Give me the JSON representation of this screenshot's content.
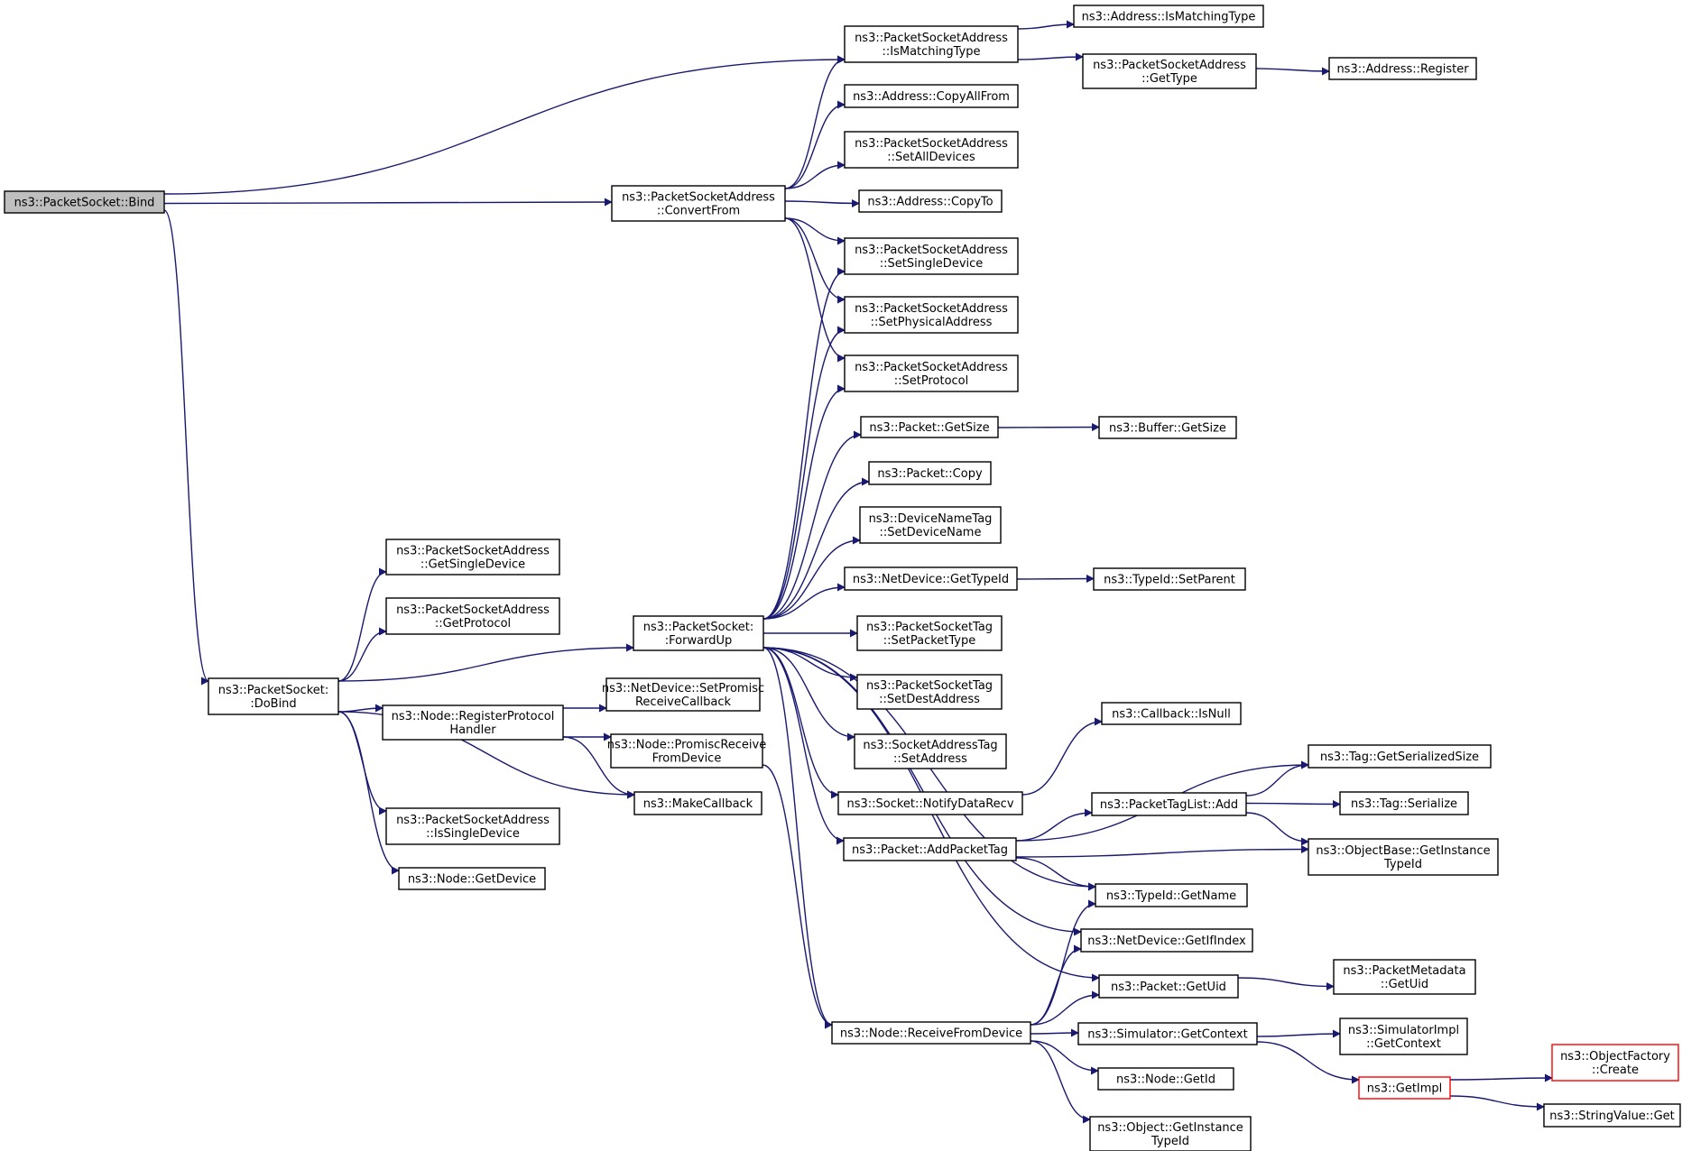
{
  "diagram": {
    "colors": {
      "edge": "#191970",
      "root_fill": "#bfbfbf",
      "truncated_border": "#ff0000",
      "node_border": "#000000"
    },
    "nodes": [
      {
        "id": "bind",
        "lines": [
          "ns3::PacketSocket::Bind"
        ],
        "root": true
      },
      {
        "id": "pssa_ismatch",
        "lines": [
          "ns3::PacketSocketAddress",
          "::IsMatchingType"
        ]
      },
      {
        "id": "addr_ismatch",
        "lines": [
          "ns3::Address::IsMatchingType"
        ]
      },
      {
        "id": "pssa_gettype",
        "lines": [
          "ns3::PacketSocketAddress",
          "::GetType"
        ]
      },
      {
        "id": "addr_register",
        "lines": [
          "ns3::Address::Register"
        ]
      },
      {
        "id": "addr_copyallfrom",
        "lines": [
          "ns3::Address::CopyAllFrom"
        ]
      },
      {
        "id": "pssa_setalldev",
        "lines": [
          "ns3::PacketSocketAddress",
          "::SetAllDevices"
        ]
      },
      {
        "id": "pssa_convertfrom",
        "lines": [
          "ns3::PacketSocketAddress",
          "::ConvertFrom"
        ]
      },
      {
        "id": "addr_copyto",
        "lines": [
          "ns3::Address::CopyTo"
        ]
      },
      {
        "id": "pssa_setsingle",
        "lines": [
          "ns3::PacketSocketAddress",
          "::SetSingleDevice"
        ]
      },
      {
        "id": "pssa_setphys",
        "lines": [
          "ns3::PacketSocketAddress",
          "::SetPhysicalAddress"
        ]
      },
      {
        "id": "pssa_setproto",
        "lines": [
          "ns3::PacketSocketAddress",
          "::SetProtocol"
        ]
      },
      {
        "id": "pkt_getsize",
        "lines": [
          "ns3::Packet::GetSize"
        ]
      },
      {
        "id": "buf_getsize",
        "lines": [
          "ns3::Buffer::GetSize"
        ]
      },
      {
        "id": "pkt_copy",
        "lines": [
          "ns3::Packet::Copy"
        ]
      },
      {
        "id": "dnt_setname",
        "lines": [
          "ns3::DeviceNameTag",
          "::SetDeviceName"
        ]
      },
      {
        "id": "nd_gettypeid",
        "lines": [
          "ns3::NetDevice::GetTypeId"
        ]
      },
      {
        "id": "tid_setparent",
        "lines": [
          "ns3::TypeId::SetParent"
        ]
      },
      {
        "id": "pssa_getsingle",
        "lines": [
          "ns3::PacketSocketAddress",
          "::GetSingleDevice"
        ]
      },
      {
        "id": "pssa_getproto",
        "lines": [
          "ns3::PacketSocketAddress",
          "::GetProtocol"
        ]
      },
      {
        "id": "ps_forwardup",
        "lines": [
          "ns3::PacketSocket:",
          ":ForwardUp"
        ]
      },
      {
        "id": "pst_settype",
        "lines": [
          "ns3::PacketSocketTag",
          "::SetPacketType"
        ]
      },
      {
        "id": "ps_dobind",
        "lines": [
          "ns3::PacketSocket:",
          ":DoBind"
        ]
      },
      {
        "id": "nd_setpromisc",
        "lines": [
          "ns3::NetDevice::SetPromisc",
          "ReceiveCallback"
        ]
      },
      {
        "id": "pst_setdest",
        "lines": [
          "ns3::PacketSocketTag",
          "::SetDestAddress"
        ]
      },
      {
        "id": "node_regproto",
        "lines": [
          "ns3::Node::RegisterProtocol",
          "Handler"
        ]
      },
      {
        "id": "cb_isnull",
        "lines": [
          "ns3::Callback::IsNull"
        ]
      },
      {
        "id": "node_promisc",
        "lines": [
          "ns3::Node::PromiscReceive",
          "FromDevice"
        ]
      },
      {
        "id": "sat_setaddr",
        "lines": [
          "ns3::SocketAddressTag",
          "::SetAddress"
        ]
      },
      {
        "id": "tag_getsersize",
        "lines": [
          "ns3::Tag::GetSerializedSize"
        ]
      },
      {
        "id": "makecallback",
        "lines": [
          "ns3::MakeCallback"
        ]
      },
      {
        "id": "sock_notify",
        "lines": [
          "ns3::Socket::NotifyDataRecv"
        ]
      },
      {
        "id": "ptl_add",
        "lines": [
          "ns3::PacketTagList::Add"
        ]
      },
      {
        "id": "tag_serialize",
        "lines": [
          "ns3::Tag::Serialize"
        ]
      },
      {
        "id": "pssa_issingle",
        "lines": [
          "ns3::PacketSocketAddress",
          "::IsSingleDevice"
        ]
      },
      {
        "id": "pkt_addtag",
        "lines": [
          "ns3::Packet::AddPacketTag"
        ]
      },
      {
        "id": "ob_getinst",
        "lines": [
          "ns3::ObjectBase::GetInstance",
          "TypeId"
        ]
      },
      {
        "id": "node_getdevice",
        "lines": [
          "ns3::Node::GetDevice"
        ]
      },
      {
        "id": "tid_getname",
        "lines": [
          "ns3::TypeId::GetName"
        ]
      },
      {
        "id": "nd_getifindex",
        "lines": [
          "ns3::NetDevice::GetIfIndex"
        ]
      },
      {
        "id": "pkt_getuid",
        "lines": [
          "ns3::Packet::GetUid"
        ]
      },
      {
        "id": "pm_getuid",
        "lines": [
          "ns3::PacketMetadata",
          "::GetUid"
        ]
      },
      {
        "id": "node_recvfrom",
        "lines": [
          "ns3::Node::ReceiveFromDevice"
        ]
      },
      {
        "id": "sim_getctx",
        "lines": [
          "ns3::Simulator::GetContext"
        ]
      },
      {
        "id": "simimpl_getctx",
        "lines": [
          "ns3::SimulatorImpl",
          "::GetContext"
        ]
      },
      {
        "id": "of_create",
        "lines": [
          "ns3::ObjectFactory",
          "::Create"
        ],
        "truncated": true
      },
      {
        "id": "getimpl",
        "lines": [
          "ns3::GetImpl"
        ],
        "truncated": true
      },
      {
        "id": "node_getid",
        "lines": [
          "ns3::Node::GetId"
        ]
      },
      {
        "id": "sv_get",
        "lines": [
          "ns3::StringValue::Get"
        ]
      },
      {
        "id": "obj_getinst",
        "lines": [
          "ns3::Object::GetInstance",
          "TypeId"
        ]
      }
    ],
    "edges": [
      [
        "bind",
        "pssa_ismatch"
      ],
      [
        "bind",
        "pssa_convertfrom"
      ],
      [
        "bind",
        "ps_dobind"
      ],
      [
        "pssa_ismatch",
        "addr_ismatch"
      ],
      [
        "pssa_ismatch",
        "pssa_gettype"
      ],
      [
        "pssa_gettype",
        "addr_register"
      ],
      [
        "pssa_convertfrom",
        "pssa_ismatch"
      ],
      [
        "pssa_convertfrom",
        "addr_copyallfrom"
      ],
      [
        "pssa_convertfrom",
        "pssa_setalldev"
      ],
      [
        "pssa_convertfrom",
        "addr_copyto"
      ],
      [
        "pssa_convertfrom",
        "pssa_setsingle"
      ],
      [
        "pssa_convertfrom",
        "pssa_setphys"
      ],
      [
        "pssa_convertfrom",
        "pssa_setproto"
      ],
      [
        "ps_dobind",
        "pssa_getsingle"
      ],
      [
        "ps_dobind",
        "pssa_getproto"
      ],
      [
        "ps_dobind",
        "ps_forwardup"
      ],
      [
        "ps_dobind",
        "node_regproto"
      ],
      [
        "ps_dobind",
        "makecallback"
      ],
      [
        "ps_dobind",
        "pssa_issingle"
      ],
      [
        "ps_dobind",
        "node_getdevice"
      ],
      [
        "node_regproto",
        "nd_setpromisc"
      ],
      [
        "node_regproto",
        "node_promisc"
      ],
      [
        "node_regproto",
        "makecallback"
      ],
      [
        "node_promisc",
        "node_recvfrom"
      ],
      [
        "ps_forwardup",
        "pssa_setsingle"
      ],
      [
        "ps_forwardup",
        "pssa_setphys"
      ],
      [
        "ps_forwardup",
        "pssa_setproto"
      ],
      [
        "ps_forwardup",
        "pkt_getsize"
      ],
      [
        "ps_forwardup",
        "pkt_copy"
      ],
      [
        "ps_forwardup",
        "dnt_setname"
      ],
      [
        "ps_forwardup",
        "nd_gettypeid"
      ],
      [
        "ps_forwardup",
        "pst_settype"
      ],
      [
        "ps_forwardup",
        "pst_setdest"
      ],
      [
        "ps_forwardup",
        "sat_setaddr"
      ],
      [
        "ps_forwardup",
        "sock_notify"
      ],
      [
        "ps_forwardup",
        "pkt_addtag"
      ],
      [
        "ps_forwardup",
        "tid_getname"
      ],
      [
        "ps_forwardup",
        "nd_getifindex"
      ],
      [
        "ps_forwardup",
        "pkt_getuid"
      ],
      [
        "ps_forwardup",
        "node_recvfrom"
      ],
      [
        "pkt_getsize",
        "buf_getsize"
      ],
      [
        "nd_gettypeid",
        "tid_setparent"
      ],
      [
        "sock_notify",
        "cb_isnull"
      ],
      [
        "pkt_addtag",
        "tag_getsersize"
      ],
      [
        "pkt_addtag",
        "ptl_add"
      ],
      [
        "pkt_addtag",
        "ob_getinst"
      ],
      [
        "pkt_addtag",
        "tid_getname"
      ],
      [
        "ptl_add",
        "tag_getsersize"
      ],
      [
        "ptl_add",
        "tag_serialize"
      ],
      [
        "ptl_add",
        "ob_getinst"
      ],
      [
        "pkt_getuid",
        "pm_getuid"
      ],
      [
        "node_recvfrom",
        "tid_getname"
      ],
      [
        "node_recvfrom",
        "nd_getifindex"
      ],
      [
        "node_recvfrom",
        "pkt_getuid"
      ],
      [
        "node_recvfrom",
        "sim_getctx"
      ],
      [
        "node_recvfrom",
        "node_getid"
      ],
      [
        "node_recvfrom",
        "obj_getinst"
      ],
      [
        "sim_getctx",
        "simimpl_getctx"
      ],
      [
        "sim_getctx",
        "getimpl"
      ],
      [
        "getimpl",
        "of_create"
      ],
      [
        "getimpl",
        "sv_get"
      ]
    ]
  }
}
